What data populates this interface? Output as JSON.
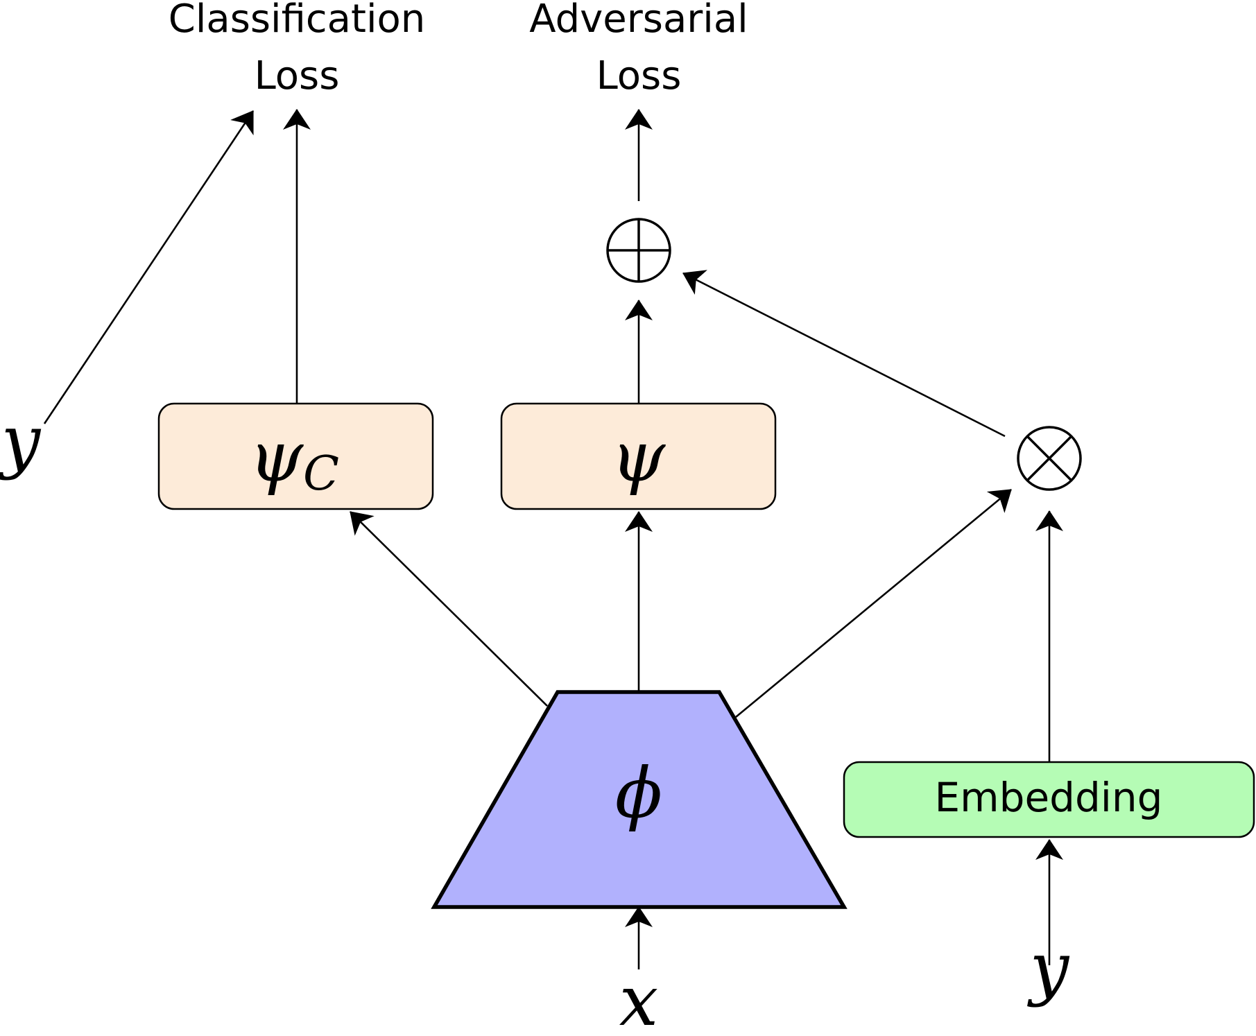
{
  "labels": {
    "classification_loss_line1": "Classification",
    "classification_loss_line2": "Loss",
    "adversarial_loss_line1": "Adversarial",
    "adversarial_loss_line2": "Loss",
    "psi_c_symbol": "ψ",
    "psi_c_subscript": "C",
    "psi_symbol": "ψ",
    "phi_symbol": "ϕ",
    "embedding": "Embedding",
    "x_input": "x",
    "y_input_left": "y",
    "y_input_right": "y"
  },
  "colors": {
    "head_box_fill": "#fdebd9",
    "encoder_fill": "#b1b1fd",
    "embedding_fill": "#b5fcb5",
    "stroke": "#000000"
  },
  "icons": {
    "sum_node": "circle-plus-icon",
    "product_node": "circle-times-icon"
  }
}
